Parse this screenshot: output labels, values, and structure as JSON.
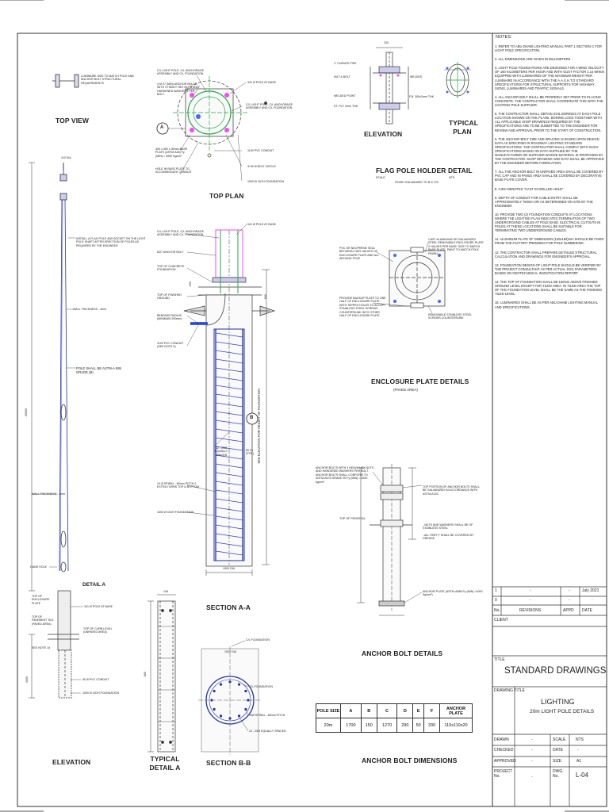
{
  "notes": {
    "title": "NOTES:",
    "items": [
      "1. REFER TO ABU DHABI LIGHTING MANUAL PART 1 SECTION C FOR LIGHT POLE SPECIFICATION.",
      "2. ALL DIMENSIONS ARE GIVEN IN MILLIMETERS .",
      "3. LIGHT POLE FOUNDATIONS ARE DESIGNED FOR A WIND VELOCITY OF 160 KILOMETERS PER HOUR AND WITH GUST FACTOR 1.14 WHEN EQUIPPED WITH LUMINAIRES OF THE MAXIMUM WEIGHT PER LUMINAIRE IN ACCORDANCE WITH THE A.A.S.H.T.O STANDARD SPECIFICATIONS FOR STRUCTURAL SUPPORTS FOR HIGHWAY SIGNS, LUMINAIRES AND TRAFFIC SIGNALS.",
      "4. ALL ANCHOR BOLT SHALL BE PROPERLY SET PRIOR TO PLACING CONCRETE. THE CONTRACTOR SHALL COORDINATE THIS WITH THE LIGHTING POLE SUPPLIER.",
      "5. THE CONTRACTOR SHALL OBTAIN SOIL BORINGS AT EACH POLE LOCATION SHOWN ON THE PLANS. BORING LOGS TOGETHER WITH ALL APPLICABLE SHOP DRAWINGS REQUIRED BY THE SPECIFICATIONS ARE TO BE SUBMITTED TO THE ENGINEER FOR REVIEW AND APPROVAL PRIOR TO THE START OF CONSTRUCTION.",
      "6. THE ANCHOR BOLT SIZE AND SPACING IS BASED UPON DESIGN DATA AS SPECIFIED IN ROADWAY LIGHTING STANDARD SPECIFICATIONS. THE CONTRACTOR SHALL COMPLY WITH SUCH SPECIFICATIONS BASED ON DATA SUPPLIED BY THE MANUFACTURER OR SUPPLIER WHOSE MATERIAL IS PROPOSED BY THE CONTRACTOR. SHOP DRAWING AND DATA SHALL BE APPROVED BY THE ENGINEER BEFORE FABRICATION.",
      "7. ALL THE ANCHOR BOLT IN UNPAVED AREA SHALL BE COVERED BY PVC CAP AND IN PAVED AREA SHALL BE COVERED BY DECORATIVE BASE PLATE COVER.",
      "8. CIDH DENOTES \"CAST IN DRILLED HOLE\".",
      "9. DEPTH OF CONDUIT FOR CABLE ENTRY SHALL BE APPROXIMATELY 750mm OR AS DETERMINED ON SITE BY THE ENGINEER.",
      "10. PROVIDE TWO (2) FOUNDATION CONDUITS AT LOCATIONS WHERE THE LIGHTING PLAN INDICATES TERMINATION OF TWO UNDERGROUND CABLES AT POLE BASE. ELECTRICAL CUTOUTS IN POLES AT THESE LOCATIONS SHALL BE SUITABLE FOR TERMINATING TWO UNDERGROUND CABLES.",
      "11. ALUMINUM PLATE OF DIMENSION (120x150)mm SHOULD BE FIXED FROM THE FACTORY PREMISES FOR POLE NUMBERING.",
      "12. THE CONTRACTOR SHALL PREPARE DETAILED STRUCTURAL CALCULATION AND DRAWINGS FOR ENGINEER'S APPROVAL.",
      "13. FOUNDATION DESIGN OF LIGHT POLE SHOULD BE VERIFIED BY THE PROJECT CONSULTANT AS PER ACTUAL SOIL PARAMETERS BASED ON GEOTECHNICAL INVESTIGATION REPORT.",
      "14. THE TOP OF FOUNDATION SHALL BE 150mm ABOVE FINISHED GROUND LEVEL EXCEPT FOR TILED AREA. IN TILED AREA THE TOP OF THE FOUNDATION LEVEL SHALL BE THE SAME AS THE FINISHED TILED LEVEL.",
      "15. LUMINAIRES SHALL BE AS PER ABU DHABI LIGHTING MANUAL AND SPECIFICATIONS."
    ]
  },
  "revisions": {
    "rows": [
      {
        "no": "1",
        "desc": "-",
        "appd": "-",
        "date": "July 2021"
      },
      {
        "no": "0",
        "desc": "-",
        "appd": "-",
        "date": "-"
      }
    ],
    "headers": {
      "no": "No.",
      "desc": "REVISIONS",
      "appd": "APPD",
      "date": "DATE"
    }
  },
  "title_block": {
    "client_label": "CLIENT",
    "title_label": "TITLE",
    "title": "STANDARD DRAWINGS",
    "drawing_title_label": "DRAWING TITLE",
    "drawing_title_1": "LIGHTING",
    "drawing_title_2": "20m LIGHT POLE DETAILS",
    "drawn_label": "DRAWN",
    "drawn_value": "-",
    "checked_label": "CHECKED",
    "checked_value": "-",
    "approved_label": "APPROVED",
    "approved_value": "-",
    "project_label": "PROJECT No.",
    "project_value": "-",
    "scale_label": "SCALE",
    "scale_value": "NTS",
    "date_label": "DATE",
    "date_value": "-",
    "size_label": "SIZE",
    "size_value": "A1",
    "dwg_label": "DWG. No.",
    "dwg_value": "L-04"
  },
  "views": {
    "top_view": "TOP VIEW",
    "top_plan": "TOP PLAN",
    "elevation_flag": "ELEVATION",
    "typical_plan": "TYPICAL PLAN",
    "flag_pole_holder": "FLAG POLE HOLDER DETAIL",
    "flag_scale": "SCALE",
    "flag_nts": "NTS",
    "flag_finish": "FINISH GALVANIZED TO B.S.729",
    "enclosure": "ENCLOSURE PLATE DETAILS",
    "enclosure_sub": "(PAVED AREA)",
    "section_aa": "SECTION A-A",
    "section_bb": "SECTION B-B",
    "anchor_bolt_details": "ANCHOR BOLT DETAILS",
    "anchor_bolt_dimensions": "ANCHOR BOLT DIMENSIONS",
    "elevation": "ELEVATION",
    "typical_detail_a": "TYPICAL DETAIL A",
    "detail_a": "DETAIL A"
  },
  "dims_table": {
    "headers": [
      "POLE SIZE",
      "A",
      "B",
      "C",
      "D",
      "E",
      "F",
      "ANCHOR PLATE"
    ],
    "row": [
      "20m",
      "1700",
      "150",
      "1270",
      "290",
      "50",
      "330",
      "110x110x20"
    ]
  },
  "annotations": {
    "luminaire": "LUMINAIRE SIZE TO MATCH POLE AND ANCHOR BOLT STRUCTURAL REQUIREMENTS",
    "top_plan_a": "C/L LIGHT POLE, C/L ANCHORAGE ASSEMBLY AND C/L FOUNDATION",
    "top_plan_b": "4 M 27 (MIN) ANCHOR BOLTS WITH 3 HEAVY HEX NUTS AND HARDENED WASHERS PER BOLT.",
    "top_plan_c": "341 Ø POLE AT BASE",
    "top_plan_d": "C/L LIGHT POLE, C/L ANCHORAGE ASSEMBLY AND C/L FOUNDATION",
    "top_plan_e": "400 x 400 x 30mm BASE PLATE (ASTM A36) Fy (MIN) = 4000 Kg/cm²",
    "top_plan_f": "HOLE IN BASE PLATE TO ACCOMMODATE CONDUIT",
    "top_plan_g": "1100 PVC CONDUIT",
    "top_plan_h": "Φ 60 Ø BOLT CIRCLE",
    "top_plan_i": "1000 Ø CIDH FOUNDATION",
    "flag_curved": "1\" CURVED PIPE",
    "flag_nut": "NUT & BOLT",
    "flag_welded": "WELDED POINT",
    "flag_plt": "ST. PLT. 2mm THK",
    "flag_welded2": "WELDED",
    "flag_fb": "F.B. 300x2mm THK",
    "flag_dim": "200",
    "flag_pole_note": "INSTALL A FLAG POLE 40Ø SOCKET ON THE LIGHT POLE SHAFT AFTER ERECTION OF POLES AS REQUIRED BY THE ENGINEER",
    "dia_top": "110 DIA",
    "wall_thickness": "WALL THICKNESS - 4mm",
    "pole_astm": "POLE SHALL BE ASTM-A 595 GRADE (B)",
    "wall_thickness2": "WALL THICKNESS - 4mm",
    "hand_hole": "HAND HOLE",
    "top_enclosure": "TOP OF ENCLOSURE PLATE",
    "top_pavement": "TOP OF PAVEMENT TILE (PAVED AREA)",
    "top_curb": "TOP OF CURB LEVEL (UNPAVED AREA)",
    "pole_base": "341 Ø POLE AT BASE",
    "see_note": "SEE NOTE 14",
    "pvc_conduit": "60 Ø PVC CONDUIT",
    "cidh": "1000 Ø CIDH FOUNDATION",
    "dim_20000": "20000",
    "dim_4000": "4000",
    "sec_a1": "C/L LIGHT POLE, C/L ANCHORAGE ASSEMBLY AND C/L FOUNDATION",
    "sec_a2": "341 Ø POLE AT BASE",
    "sec_a3": "M27 ANCHOR BOLT",
    "sec_a4": "TOP OF CONCRETE FOUNDATION",
    "sec_a5": "TOP OF FINISHED GROUND",
    "sec_a6": "BENDING RADIUS (MINIMUM 200mm)",
    "sec_a7": "1100 PVC CONDUIT (SEE NOTE 9)",
    "sec_a8": "12 - 25Ø EQUALLY SPACED",
    "sec_a9": "10 Ø SPIRAL - 80mm PITCH 2 EXTRA TURNS TOP & BOTTOM",
    "sec_a10": "1000 Ø CIDH FOUNDATION",
    "sec_a11": "1000 DIA",
    "sec_a12": "SEE ELEVATION FOR HEIGHT OF FOUNDATION",
    "sec_a13": "90 CL (TYP.)",
    "enc1": "PVC OR NEOPRENE SEAL BETWEEN TWO HALVES OF ENCLOSURE PLATE AND ALL AROUND POLE",
    "enc2": "CAST ALUMINIUM OR GALVANIZED STEEL REMOVABLE ENCLOSURE PLATE 2 HALVES PER BASE. SIZE TO MATCH BASE PLATE, PAINT TO MATCH POLE FINISH.",
    "enc3": "PROVIDE BACKUP PLATE TO ONE HALF OF ENCLOSURE PLATE WITH TAPPED HOLES TO ACCEPT STAINLESS STEEL SCREWS COUNTERSUNK INTO OTHER HALF OF ENCLOSURE PLATE",
    "enc4": "REMOVABLE STAINLESS STEEL SCREWS COUNTERSUNK",
    "ab1": "ANCHOR BOLTS WITH 3 HEAVY HEX NUTS AND HARDENED WASHERS PER BOLT. ANCHOR BOLTS SHALL CONFORM TO ASTM-A675 GRADE 90 Fy (MIN) = 4920 kg/cm²",
    "ab2": "TOP PORTION OF ANCHOR BOLTS SHALL BE GALVANIZED IN ACCORDANCE WITH ASTM-A153.",
    "ab3": "TOP OF PEDESTAL",
    "ab4": "- NUTS AND WASHERS SHALL BE OF STAINLESS STEEL",
    "ab5": "- ALL PART F SHALL BE COVERED BY GREASE",
    "ab6": "ANCHOR PLATE (ASTM-A588 Fy (MIN) =4000 Kg/cm²)",
    "tda_dim": "145",
    "tda_dim2": "800",
    "bb1": "C/L FOUNDATION",
    "bb2": "1000 DIA",
    "bb3": "C/L FOUNDATION",
    "bb4": "10Ø SPIRAL - 80mm PITCH",
    "bb5": "12 - 25Ø EQUALLY SPACED",
    "sa_dim1": "600",
    "sa_dim2": "150",
    "sa_dim3": "30",
    "sa_dim4": "50"
  }
}
